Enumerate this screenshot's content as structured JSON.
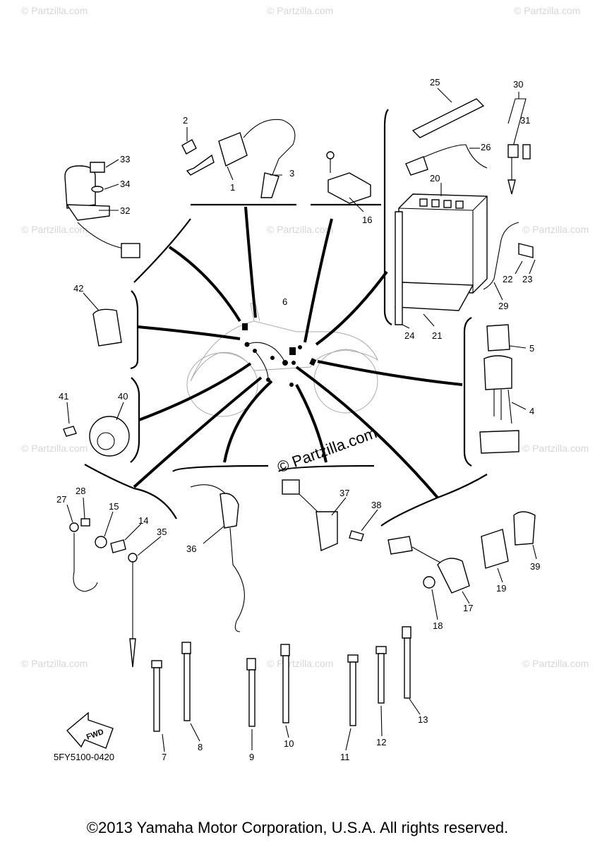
{
  "diagram": {
    "callouts": [
      "1",
      "2",
      "3",
      "4",
      "5",
      "6",
      "7",
      "8",
      "9",
      "10",
      "11",
      "12",
      "13",
      "14",
      "15",
      "16",
      "17",
      "18",
      "19",
      "20",
      "21",
      "22",
      "23",
      "24",
      "25",
      "26",
      "27",
      "28",
      "29",
      "30",
      "31",
      "32",
      "33",
      "34",
      "35",
      "36",
      "37",
      "38",
      "39",
      "40",
      "41",
      "42"
    ],
    "drawing_code": "5FY5100-0420",
    "direction_label": "FWD",
    "watermark_center": "© Partzilla.com",
    "watermark_small": "© Partzilla.com"
  },
  "footer": {
    "copyright": "©2013 Yamaha Motor Corporation, U.S.A. All rights reserved."
  }
}
